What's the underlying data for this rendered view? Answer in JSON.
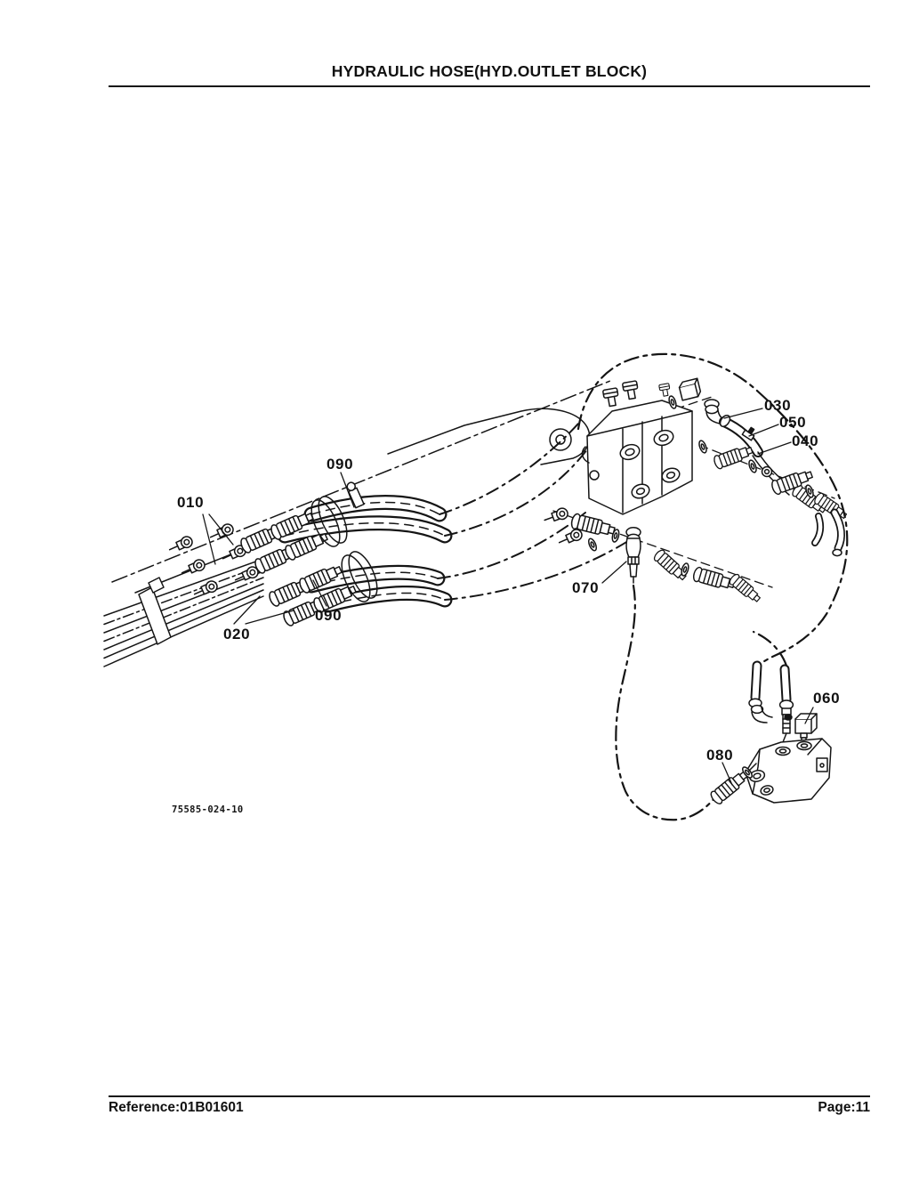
{
  "header": {
    "title": "HYDRAULIC HOSE(HYD.OUTLET BLOCK)"
  },
  "diagram": {
    "drawing_number": "75585-024-10",
    "callouts": {
      "c010": "010",
      "c020": "020",
      "c030": "030",
      "c040": "040",
      "c050": "050",
      "c060": "060",
      "c070": "070",
      "c080": "080",
      "c090_top": "090",
      "c090_bottom": "090"
    }
  },
  "footer": {
    "reference": "Reference:01B01601",
    "page": "Page:11"
  }
}
